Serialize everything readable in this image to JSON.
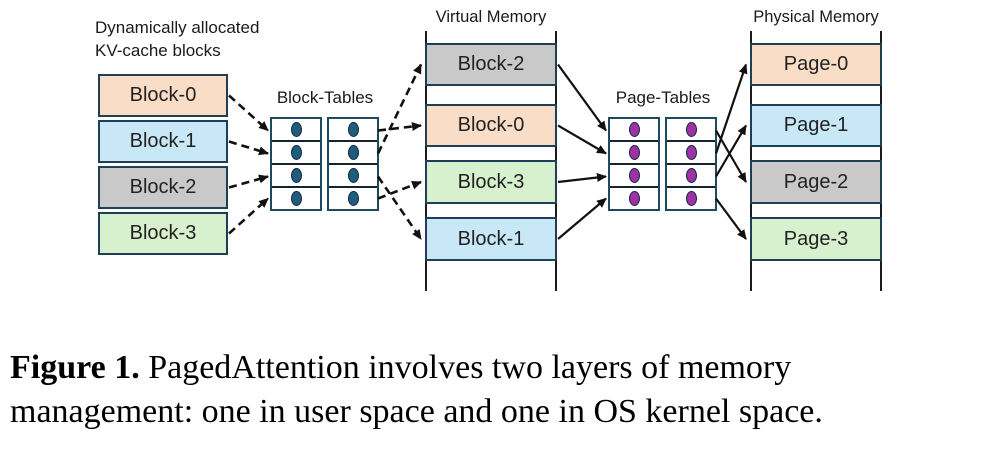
{
  "labels": {
    "kv_cache_line1": "Dynamically allocated",
    "kv_cache_line2": "KV-cache blocks",
    "block_tables": "Block-Tables",
    "virtual_memory": "Virtual Memory",
    "page_tables": "Page-Tables",
    "physical_memory": "Physical Memory"
  },
  "kv_blocks": [
    {
      "label": "Block-0",
      "color": "#faddc7"
    },
    {
      "label": "Block-1",
      "color": "#c8e8f8"
    },
    {
      "label": "Block-2",
      "color": "#c9c9c9"
    },
    {
      "label": "Block-3",
      "color": "#d7f0cd"
    }
  ],
  "virtual_memory_blocks": [
    {
      "label": "Block-2",
      "color": "#c9c9c9"
    },
    {
      "label": "Block-0",
      "color": "#faddc7"
    },
    {
      "label": "Block-3",
      "color": "#d7f0cd"
    },
    {
      "label": "Block-1",
      "color": "#c8e8f8"
    }
  ],
  "physical_pages": [
    {
      "label": "Page-0",
      "color": "#faddc7"
    },
    {
      "label": "Page-1",
      "color": "#c8e8f8"
    },
    {
      "label": "Page-2",
      "color": "#c9c9c9"
    },
    {
      "label": "Page-3",
      "color": "#d7f0cd"
    }
  ],
  "block_table": {
    "rows": 4,
    "cols": 2,
    "dot_icon": "teal-oval"
  },
  "page_table": {
    "rows": 4,
    "cols": 2,
    "dot_icon": "purple-oval"
  },
  "arrows": {
    "kv_to_block_table": [
      [
        0,
        0
      ],
      [
        1,
        1
      ],
      [
        2,
        2
      ],
      [
        3,
        3
      ]
    ],
    "block_table_to_virtual": [
      [
        0,
        1
      ],
      [
        1,
        0
      ],
      [
        2,
        3
      ],
      [
        3,
        2
      ]
    ],
    "virtual_to_page_table": [
      [
        0,
        0
      ],
      [
        1,
        1
      ],
      [
        2,
        2
      ],
      [
        3,
        3
      ]
    ],
    "page_table_to_physical": [
      [
        0,
        2
      ],
      [
        1,
        0
      ],
      [
        2,
        1
      ],
      [
        3,
        3
      ]
    ]
  },
  "colors": {
    "memblock_border": "#1e3f55",
    "table_border": "#1c4a5e",
    "row_line": "#16242e",
    "teal_dot": "#1e5e7c",
    "purple_dot": "#9e32a4",
    "dot_outline": "#14293f",
    "rail": "#1a1a1a",
    "arrow": "#111111"
  },
  "caption": {
    "label": "Figure 1.",
    "line1": "PagedAttention involves two layers of memory",
    "line2": "management: one in user space and one in OS kernel space."
  }
}
